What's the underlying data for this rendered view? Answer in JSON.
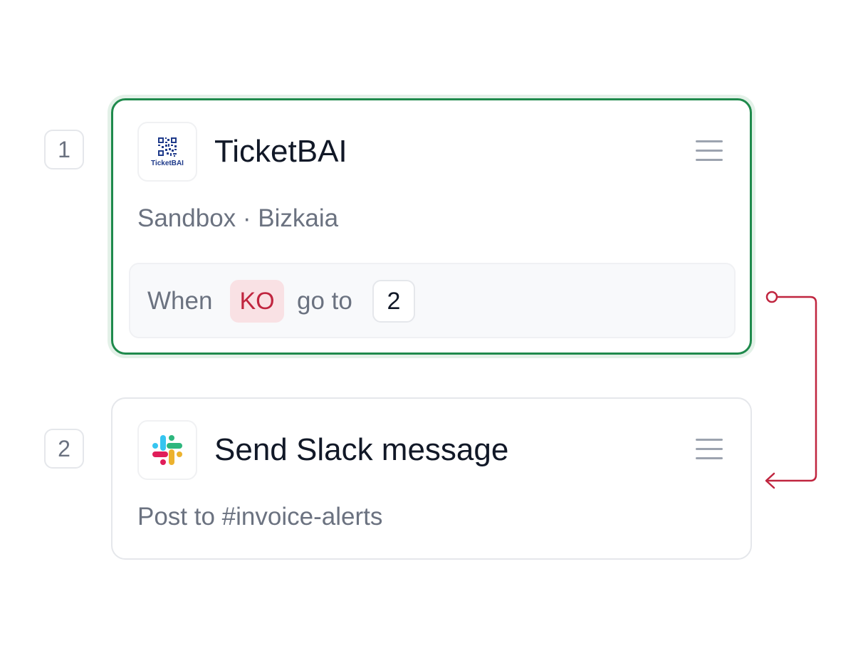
{
  "steps": [
    {
      "number": "1",
      "title": "TicketBAI",
      "subtitle": "Sandbox · Bizkaia",
      "icon": "ticketbai-logo-icon",
      "icon_text": "TicketBAI",
      "selected": true,
      "rule": {
        "when_label": "When",
        "status": "KO",
        "goto_label": "go to",
        "target": "2"
      }
    },
    {
      "number": "2",
      "title": "Send Slack message",
      "subtitle": "Post to #invoice-alerts",
      "icon": "slack-logo-icon",
      "selected": false
    }
  ],
  "colors": {
    "selected_border": "#1f8a4c",
    "connector": "#c0253f",
    "ko_background": "#f9e1e4",
    "ko_text": "#c0253f"
  }
}
